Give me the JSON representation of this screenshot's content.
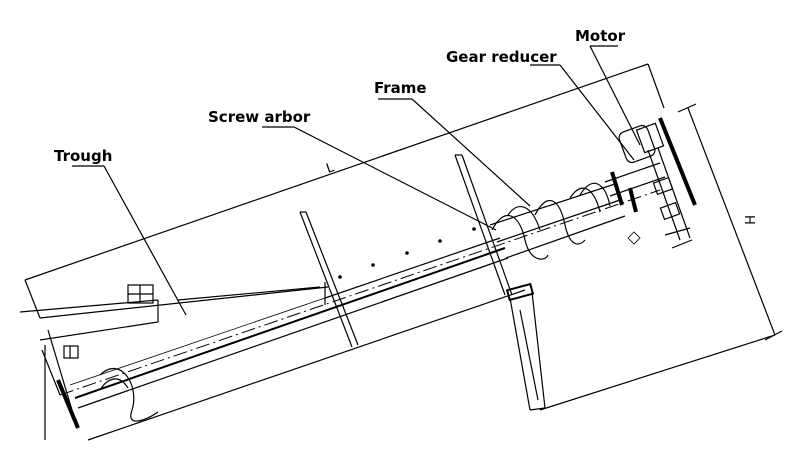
{
  "labels": {
    "motor": "Motor",
    "gear_reducer": "Gear reducer",
    "frame": "Frame",
    "screw_arbor": "Screw arbor",
    "trough": "Trough"
  },
  "dimensions": {
    "length": "L",
    "height": "H"
  }
}
